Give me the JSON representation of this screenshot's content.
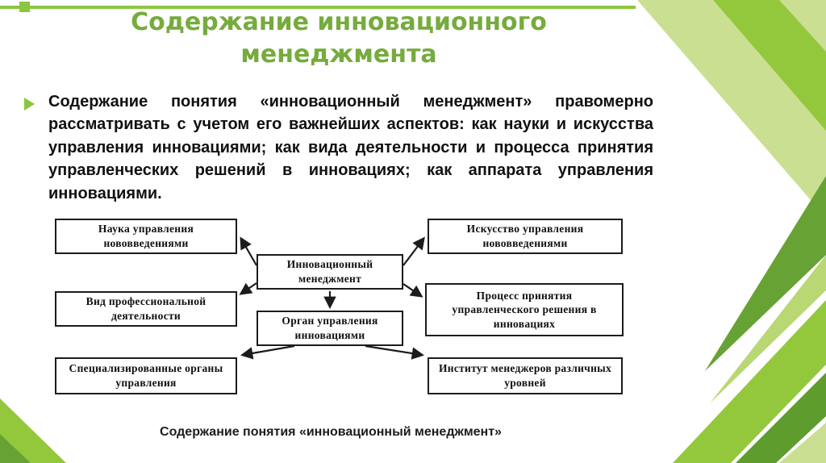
{
  "slide": {
    "title": "Содержание инновационного менеджмента",
    "bullet_icon": "triangle-right-icon",
    "body": "Содержание понятия «инновационный менеджмент» правомерно рассматривать с учетом его важнейших аспектов: как науки и искусства управления инновациями; как вида деятельности и процесса принятия управленческих решений в инновациях; как аппарата управления инновациями.",
    "caption": "Содержание понятия «инновационный менеджмент»"
  },
  "diagram": {
    "boxes": [
      {
        "id": "science",
        "label": "Наука управления нововведениями"
      },
      {
        "id": "art",
        "label": "Искусство управления нововведениями"
      },
      {
        "id": "innovation-management",
        "label": "Инновационный менеджмент"
      },
      {
        "id": "professional-activity",
        "label": "Вид профессиональной деятельности"
      },
      {
        "id": "decision-process",
        "label": "Процесс принятия управленческого решения в инновациях"
      },
      {
        "id": "management-body",
        "label": "Орган управления инновациями"
      },
      {
        "id": "specialized-bodies",
        "label": "Специализированные органы управления"
      },
      {
        "id": "managers-institute",
        "label": "Институт менеджеров различных уровней"
      }
    ]
  },
  "colors": {
    "accent_green": "#8cc63f",
    "title_green": "#76ab3d",
    "deco_light_green": "#cbdf92",
    "deco_medium_green": "#93c83d",
    "deco_dark_green": "#5e9c2e",
    "deco_darker_green": "#67a235",
    "box_border": "#1c1c1c"
  }
}
